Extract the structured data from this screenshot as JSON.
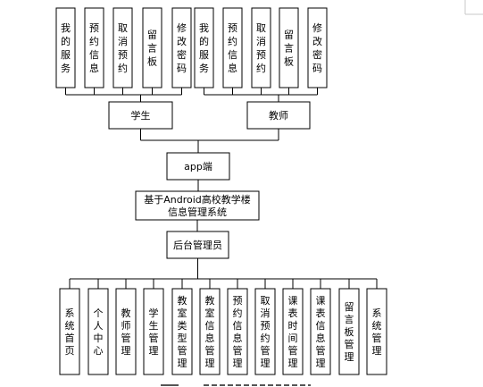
{
  "diagram": {
    "root": {
      "label_lines": [
        "基于Android高校教学楼",
        "信息管理系统"
      ]
    },
    "app": {
      "label": "app端"
    },
    "student": {
      "label": "学生",
      "functions": [
        {
          "label": "我的服务"
        },
        {
          "label": "预约信息"
        },
        {
          "label": "取消预约"
        },
        {
          "label": "留言板"
        },
        {
          "label": "修改密码"
        }
      ]
    },
    "teacher": {
      "label": "教师",
      "functions": [
        {
          "label": "我的服务"
        },
        {
          "label": "预约信息"
        },
        {
          "label": "取消预约"
        },
        {
          "label": "留言板"
        },
        {
          "label": "修改密码"
        }
      ]
    },
    "admin": {
      "label": "后台管理员",
      "functions": [
        {
          "label": "系统首页"
        },
        {
          "label": "个人中心"
        },
        {
          "label": "教师管理"
        },
        {
          "label": "学生管理"
        },
        {
          "label": "教室类型管理"
        },
        {
          "label": "教室信息管理"
        },
        {
          "label": "预约信息管理"
        },
        {
          "label": "取消预约管理"
        },
        {
          "label": "课表时间管理"
        },
        {
          "label": "课表信息管理"
        },
        {
          "label": "留言板管理"
        },
        {
          "label": "系统管理"
        }
      ]
    }
  }
}
